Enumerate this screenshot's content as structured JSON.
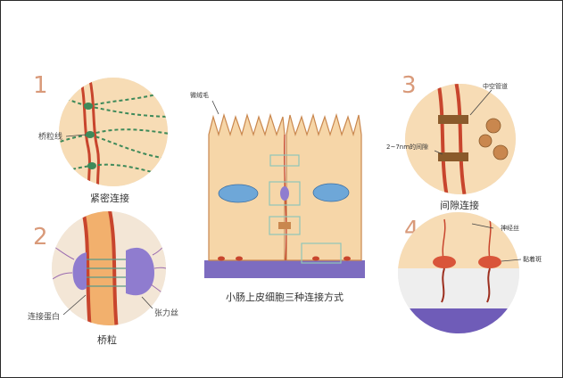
{
  "panels": {
    "p1": {
      "number": "1",
      "label_fiber": "桥粒线",
      "caption": "紧密连接"
    },
    "p2": {
      "number": "2",
      "label_plaque": "连接蛋白",
      "label_filament": "张力丝",
      "caption": "桥粒"
    },
    "p3": {
      "number": "3",
      "label_channel": "中空管道",
      "label_gap": "2~7nm的间隙",
      "caption": "间隙连接"
    },
    "p4": {
      "number": "4",
      "label_fiber": "神经丝",
      "label_plaque": "黏着斑"
    }
  },
  "center": {
    "microvilli_label": "微绒毛",
    "caption": "小肠上皮细胞三种连接方式"
  },
  "colors": {
    "cell": "#f6d6a8",
    "cell_outline": "#c9874e",
    "nucleus": "#6ea7d8",
    "basement": "#7d6cc0",
    "red": "#c8452d",
    "green_dash": "#3e8a5a",
    "number": "#d99a7a",
    "circle_bg": "#e8e8e8"
  }
}
